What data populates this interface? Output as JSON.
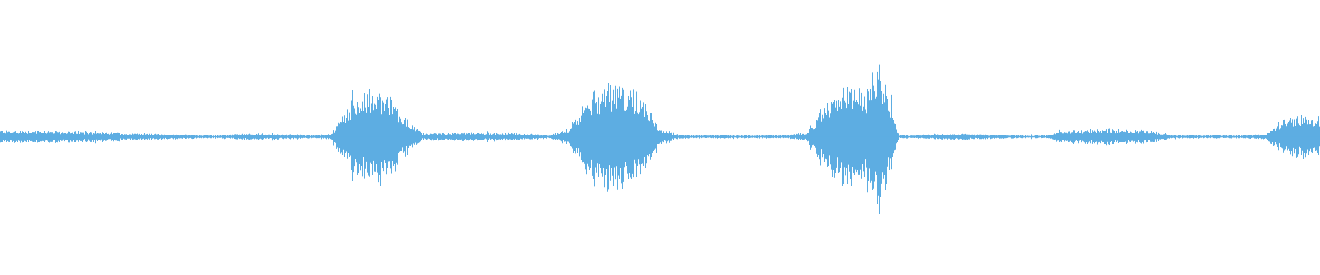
{
  "waveform": {
    "color": "#5dade2",
    "background": "#ffffff",
    "envelope": [
      0.07,
      0.07,
      0.07,
      0.065,
      0.06,
      0.055,
      0.05,
      0.045,
      0.04,
      0.03,
      0.025,
      0.02,
      0.02,
      0.03,
      0.035,
      0.03,
      0.025,
      0.02,
      0.03,
      0.35,
      0.55,
      0.5,
      0.25,
      0.04,
      0.04,
      0.045,
      0.045,
      0.045,
      0.04,
      0.035,
      0.02,
      0.1,
      0.45,
      0.6,
      0.6,
      0.5,
      0.1,
      0.025,
      0.02,
      0.02,
      0.02,
      0.02,
      0.02,
      0.02,
      0.05,
      0.4,
      0.55,
      0.5,
      0.85,
      0.02,
      0.02,
      0.03,
      0.04,
      0.03,
      0.025,
      0.02,
      0.02,
      0.02,
      0.07,
      0.08,
      0.09,
      0.09,
      0.08,
      0.06,
      0.02,
      0.02,
      0.02,
      0.02,
      0.02,
      0.03,
      0.2,
      0.25,
      0.2
    ]
  }
}
